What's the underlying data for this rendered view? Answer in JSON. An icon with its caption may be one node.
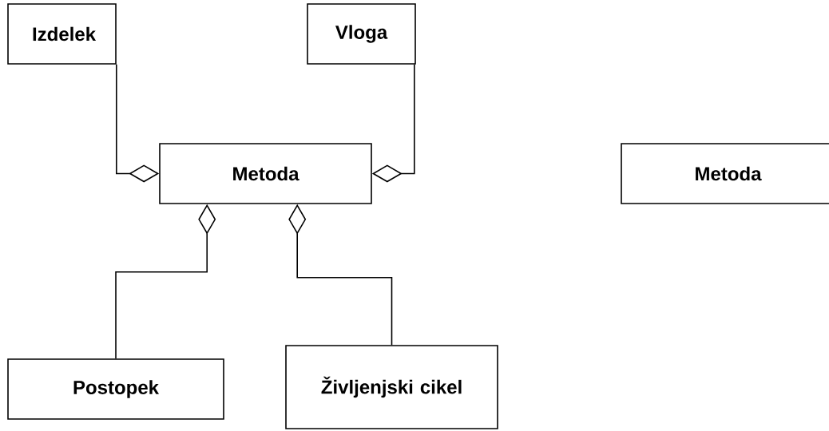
{
  "diagram": {
    "nodes": [
      {
        "text": [
          "Izdelek"
        ]
      },
      {
        "text": [
          "Vloga"
        ]
      },
      {
        "text": [
          "Metoda"
        ]
      },
      {
        "text": [
          "Postopek"
        ]
      },
      {
        "text": [
          "Življenjski cikel"
        ]
      },
      {
        "text": [
          "Metoda"
        ]
      }
    ],
    "edges": [
      {
        "from": 0,
        "to": 2,
        "arrow": "other"
      },
      {
        "from": 1,
        "to": 2,
        "arrow": "other"
      },
      {
        "from": 3,
        "to": 2,
        "arrow": "other"
      },
      {
        "from": 4,
        "to": 2,
        "arrow": "other"
      }
    ]
  }
}
